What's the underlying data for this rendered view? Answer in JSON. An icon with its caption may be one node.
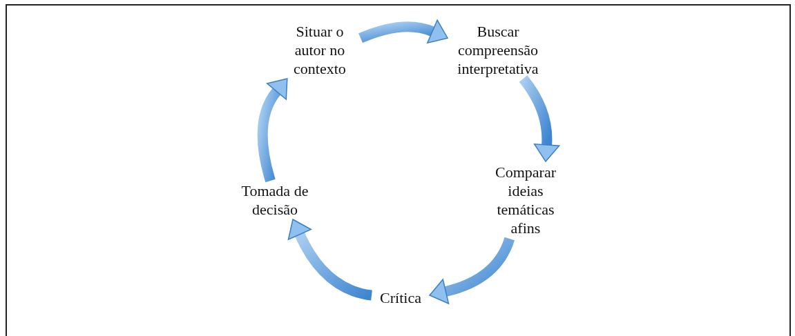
{
  "diagram": {
    "nodes": [
      {
        "text": [
          "Situar o autor no contexto"
        ]
      },
      {
        "text": [
          "Buscar compreensão interpretativa"
        ]
      },
      {
        "text": [
          "Comparar ideias temáticas afins"
        ]
      },
      {
        "text": [
          "Crítica"
        ]
      },
      {
        "text": [
          "Tomada de decisão"
        ]
      }
    ],
    "edges": [
      {
        "from": 0,
        "to": 1,
        "arrow": "to"
      },
      {
        "from": 1,
        "to": 2,
        "arrow": "to"
      },
      {
        "from": 2,
        "to": 3,
        "arrow": "to"
      },
      {
        "from": 3,
        "to": 4,
        "arrow": "to"
      },
      {
        "from": 4,
        "to": 0,
        "arrow": "to"
      }
    ]
  }
}
